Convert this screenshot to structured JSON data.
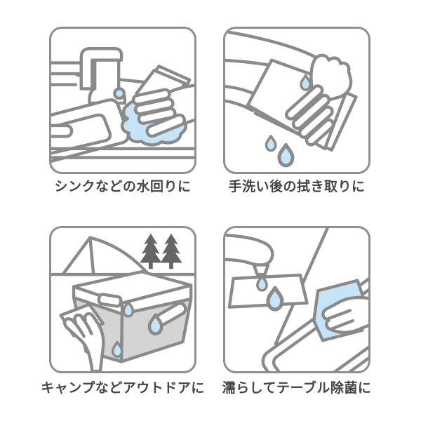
{
  "page": {
    "type": "usage-pictogram-sheet",
    "background": "#FFFFFF"
  },
  "palette": {
    "outline_gray": "#8A8A8A",
    "panel_border_gray": "#8F8F8F",
    "water_blue": "#C6E4F7",
    "cooler_gray": "#D4D4D4",
    "tree_gray": "#666666",
    "caption_color": "#454545",
    "fill_white": "#FFFFFF"
  },
  "panels": [
    {
      "id": "sink",
      "icon": "sink-faucet-wipe-icon",
      "caption": "シンクなどの水回りに"
    },
    {
      "id": "hands",
      "icon": "hand-drying-wipe-icon",
      "caption": "手洗い後の拭き取りに"
    },
    {
      "id": "outdoor",
      "icon": "camping-cooler-wipe-icon",
      "caption": "キャンプなどアウトドアに"
    },
    {
      "id": "table",
      "icon": "wet-table-sanitize-icon",
      "caption": "濡らしてテーブル除菌に"
    }
  ]
}
